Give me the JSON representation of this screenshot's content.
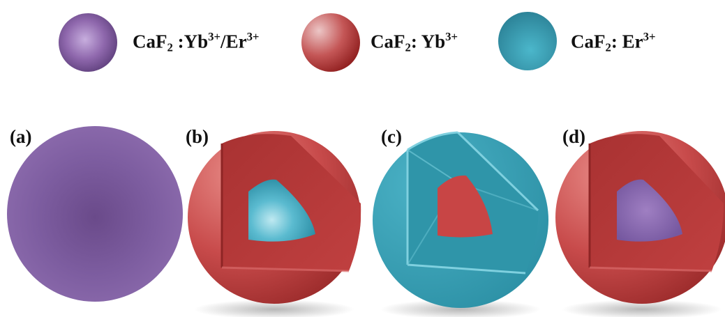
{
  "legend": [
    {
      "formula_base": "CaF",
      "formula_sub": "2",
      "sep": " :",
      "dopant1": "Yb",
      "charge1": "3+",
      "slash": "/",
      "dopant2": "Er",
      "charge2": "3+"
    },
    {
      "formula_base": "CaF",
      "formula_sub": "2",
      "sep": ": ",
      "dopant1": "Yb",
      "charge1": "3+"
    },
    {
      "formula_base": "CaF",
      "formula_sub": "2",
      "sep": ": ",
      "dopant1": "Er",
      "charge1": "3+"
    }
  ],
  "panels": [
    {
      "label": "(a)"
    },
    {
      "label": "(b)"
    },
    {
      "label": "(c)"
    },
    {
      "label": "(d)"
    }
  ],
  "colors": {
    "purple": "#8a63a8",
    "red": "#c44848",
    "teal": "#3a9fb4"
  }
}
